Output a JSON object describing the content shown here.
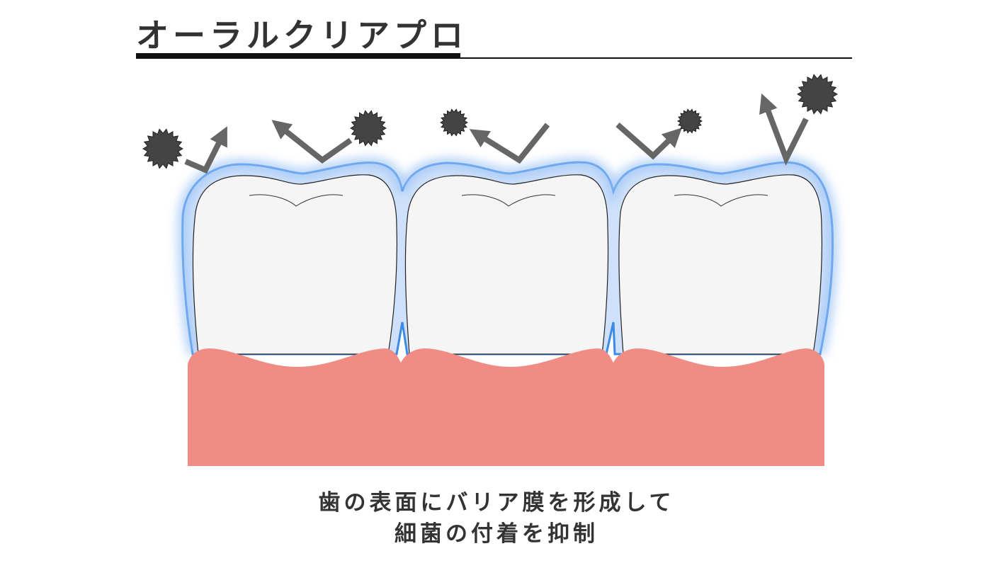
{
  "header": {
    "title": "オーラルクリアプロ"
  },
  "caption": {
    "line1": "歯の表面にバリア膜を形成して",
    "line2": "細菌の付着を抑制"
  },
  "colors": {
    "text": "#333333",
    "gum": "#f08c84",
    "tooth_fill": "#f5f5f5",
    "barrier_outline": "#3a8ae6",
    "barrier_glow": "#b9d4f7",
    "bacteria": "#444444",
    "arrow": "#666666"
  },
  "icons": {
    "bacteria": "spiky-circle",
    "arrow": "deflection-arrow"
  }
}
